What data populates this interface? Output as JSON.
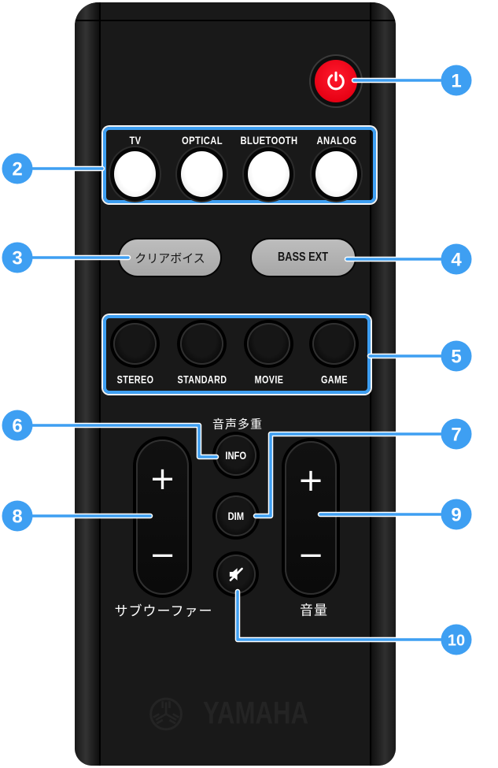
{
  "colors": {
    "callout_blue": "#3e9ff2",
    "power_red": "#e60013",
    "remote_body": "#191919",
    "input_button_white": "#ffffff",
    "pill_gray": "#b3b3b3",
    "label_white": "#ffffff"
  },
  "remote": {
    "brand": "YAMAHA",
    "inputs": {
      "labels": [
        "TV",
        "OPTICAL",
        "BLUETOOTH",
        "ANALOG"
      ]
    },
    "clear_voice_label": "クリアボイス",
    "bass_ext_label": "BASS EXT",
    "sound_modes": [
      "STEREO",
      "STANDARD",
      "MOVIE",
      "GAME"
    ],
    "audio_multiplex_label": "音声多重",
    "info_label": "INFO",
    "dim_label": "DIM",
    "subwoofer_label": "サブウーファー",
    "volume_label": "音量",
    "plus": "+",
    "minus": "−"
  },
  "callouts": [
    "1",
    "2",
    "3",
    "4",
    "5",
    "6",
    "7",
    "8",
    "9",
    "10"
  ]
}
